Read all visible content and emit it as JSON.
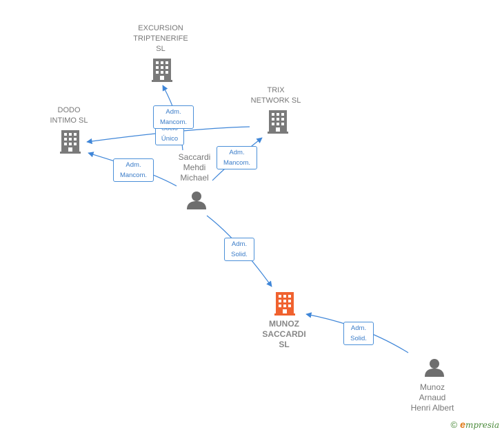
{
  "colors": {
    "edge": "#3f86d8",
    "company_icon": "#7a7a7a",
    "main_company_icon": "#f0622f",
    "person_icon": "#6e6e6e",
    "label_text": "#777777"
  },
  "nodes": {
    "excursion": {
      "lines": [
        "EXCURSION",
        "TRIPTENERIFE",
        "SL"
      ],
      "icon": "building-icon"
    },
    "trix": {
      "lines": [
        "TRIX",
        "NETWORK SL"
      ],
      "icon": "building-icon"
    },
    "dodo": {
      "lines": [
        "DODO",
        "INTIMO SL"
      ],
      "icon": "building-icon"
    },
    "saccardi": {
      "lines": [
        "Saccardi",
        "Mehdi",
        "Michael"
      ],
      "icon": "person-icon"
    },
    "munoz_saccardi": {
      "lines": [
        "MUNOZ",
        "SACCARDI",
        "SL"
      ],
      "icon": "building-icon"
    },
    "munoz_arnaud": {
      "lines": [
        "Munoz",
        "Arnaud",
        "Henri Albert"
      ],
      "icon": "person-icon"
    }
  },
  "edges": {
    "saccardi_excursion": {
      "lines": [
        "Adm.",
        "Mancom."
      ]
    },
    "saccardi_dodo_socio": {
      "lines": [
        "Socio",
        "Único"
      ]
    },
    "saccardi_dodo": {
      "lines": [
        "Adm.",
        "Mancom."
      ]
    },
    "saccardi_trix": {
      "lines": [
        "Adm.",
        "Mancom."
      ]
    },
    "saccardi_munoz": {
      "lines": [
        "Adm.",
        "Solid."
      ]
    },
    "arnaud_munoz": {
      "lines": [
        "Adm.",
        "Solid."
      ]
    }
  },
  "brand": {
    "copyright": "©",
    "name_initial": "e",
    "name_rest": "mpresia"
  }
}
